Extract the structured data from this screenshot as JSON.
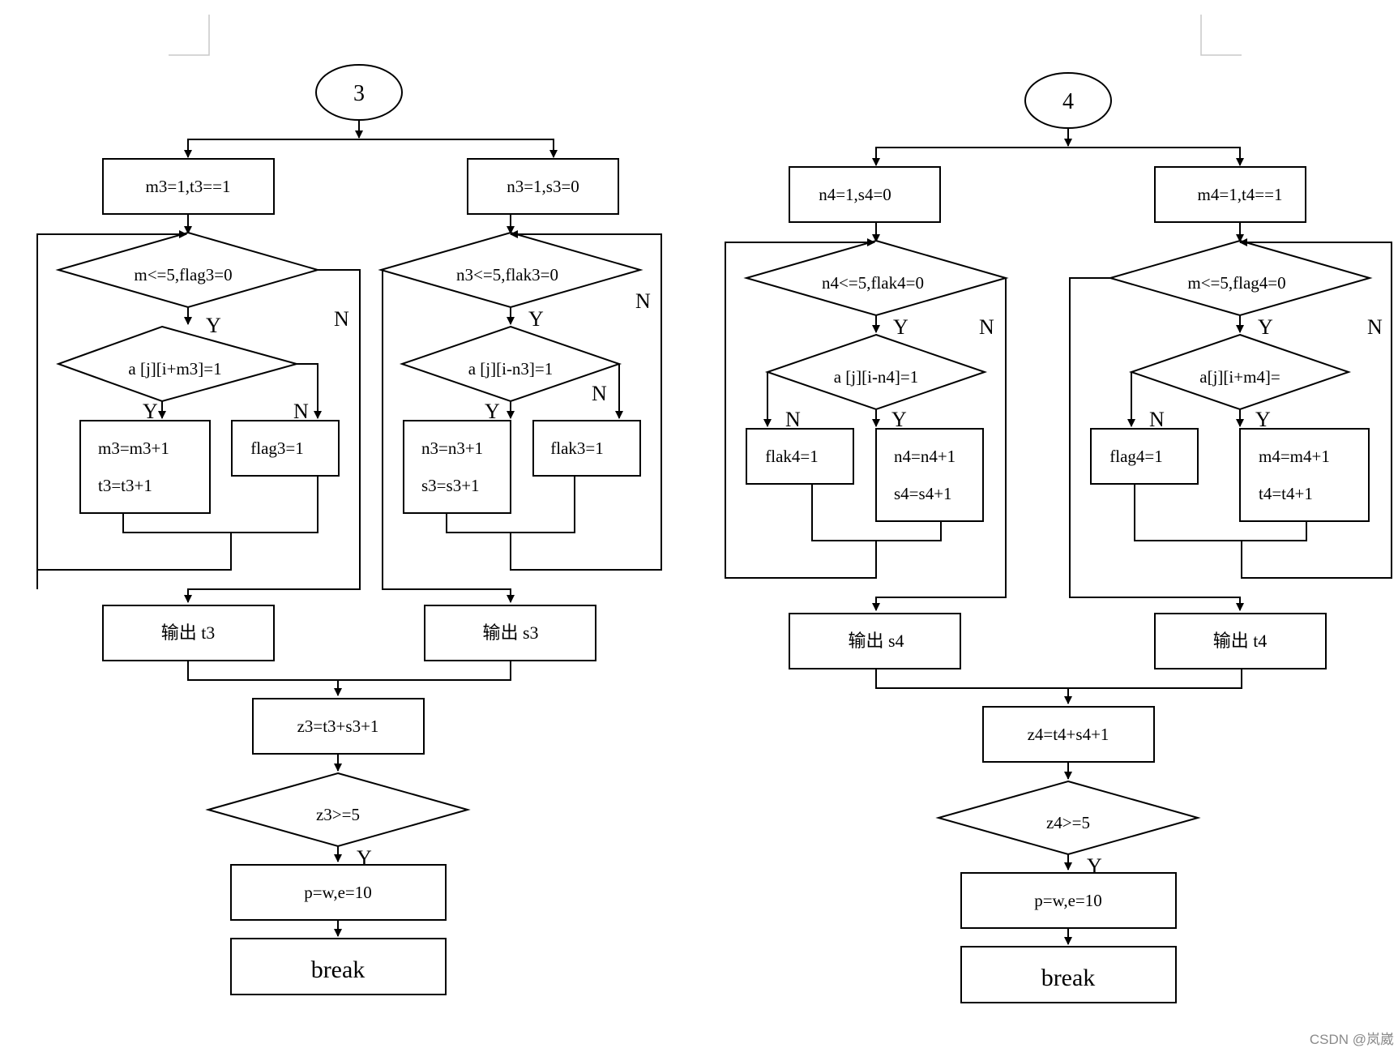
{
  "flow3": {
    "connector": "3",
    "left_init": "m3=1,t3==1",
    "right_init": "n3=1,s3=0",
    "left_cond": "m<=5,flag3=0",
    "right_cond": "n3<=5,flak3=0",
    "left_check": "a [j][i+m3]=1",
    "right_check": "a [j][i-n3]=1",
    "left_yes_line1": "m3=m3+1",
    "left_yes_line2": "t3=t3+1",
    "left_no": "flag3=1",
    "right_yes_line1": "n3=n3+1",
    "right_yes_line2": "s3=s3+1",
    "right_no": "flak3=1",
    "out_left": "输出 t3",
    "out_right": "输出 s3",
    "sum": "z3=t3+s3+1",
    "final_cond": "z3>=5",
    "assign": "p=w,e=10",
    "break_label": "break"
  },
  "flow4": {
    "connector": "4",
    "left_init": "n4=1,s4=0",
    "right_init": "m4=1,t4==1",
    "left_cond": "n4<=5,flak4=0",
    "right_cond": "m<=5,flag4=0",
    "left_check": "a [j][i-n4]=1",
    "right_check": "a[j][i+m4]=",
    "left_no": "flak4=1",
    "left_yes_line1": "n4=n4+1",
    "left_yes_line2": "s4=s4+1",
    "right_no": "flag4=1",
    "right_yes_line1": "m4=m4+1",
    "right_yes_line2": "t4=t4+1",
    "out_left": "输出 s4",
    "out_right": "输出 t4",
    "sum": "z4=t4+s4+1",
    "final_cond": "z4>=5",
    "assign": "p=w,e=10",
    "break_label": "break"
  },
  "labels": {
    "yes": "Y",
    "no": "N"
  },
  "watermark": "CSDN @岚崴"
}
